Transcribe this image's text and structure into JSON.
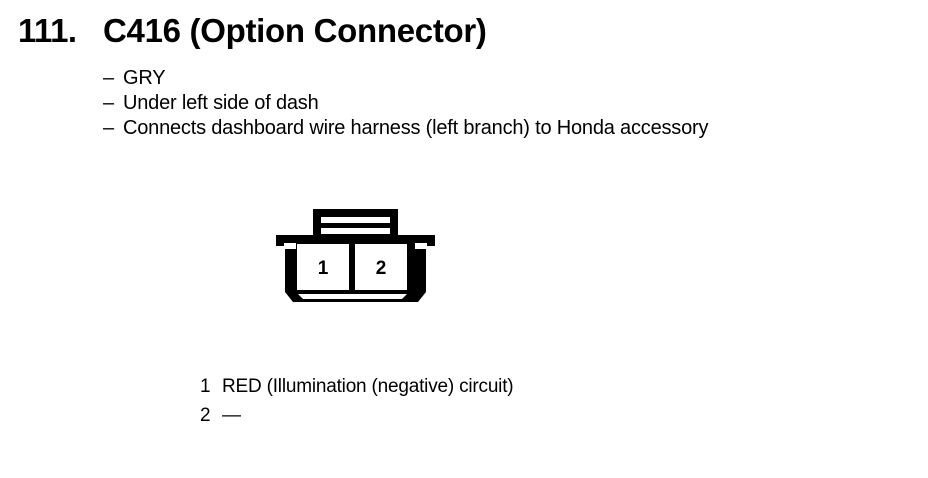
{
  "page": {
    "background_color": "#ffffff",
    "ink_color": "#000000"
  },
  "heading": {
    "number": "111.",
    "title": "C416 (Option Connector)"
  },
  "bullets": [
    {
      "dash": "–",
      "text": "GRY"
    },
    {
      "dash": "–",
      "text": "Under left side of dash"
    },
    {
      "dash": "–",
      "text": "Connects dashboard wire harness (left branch) to Honda accessory"
    }
  ],
  "connector": {
    "cavity_labels": [
      "1",
      "2"
    ],
    "cavity_count": 2
  },
  "pin_legend": [
    {
      "number": "1",
      "description": "RED (Illumination (negative) circuit)"
    },
    {
      "number": "2",
      "description": "—"
    }
  ]
}
